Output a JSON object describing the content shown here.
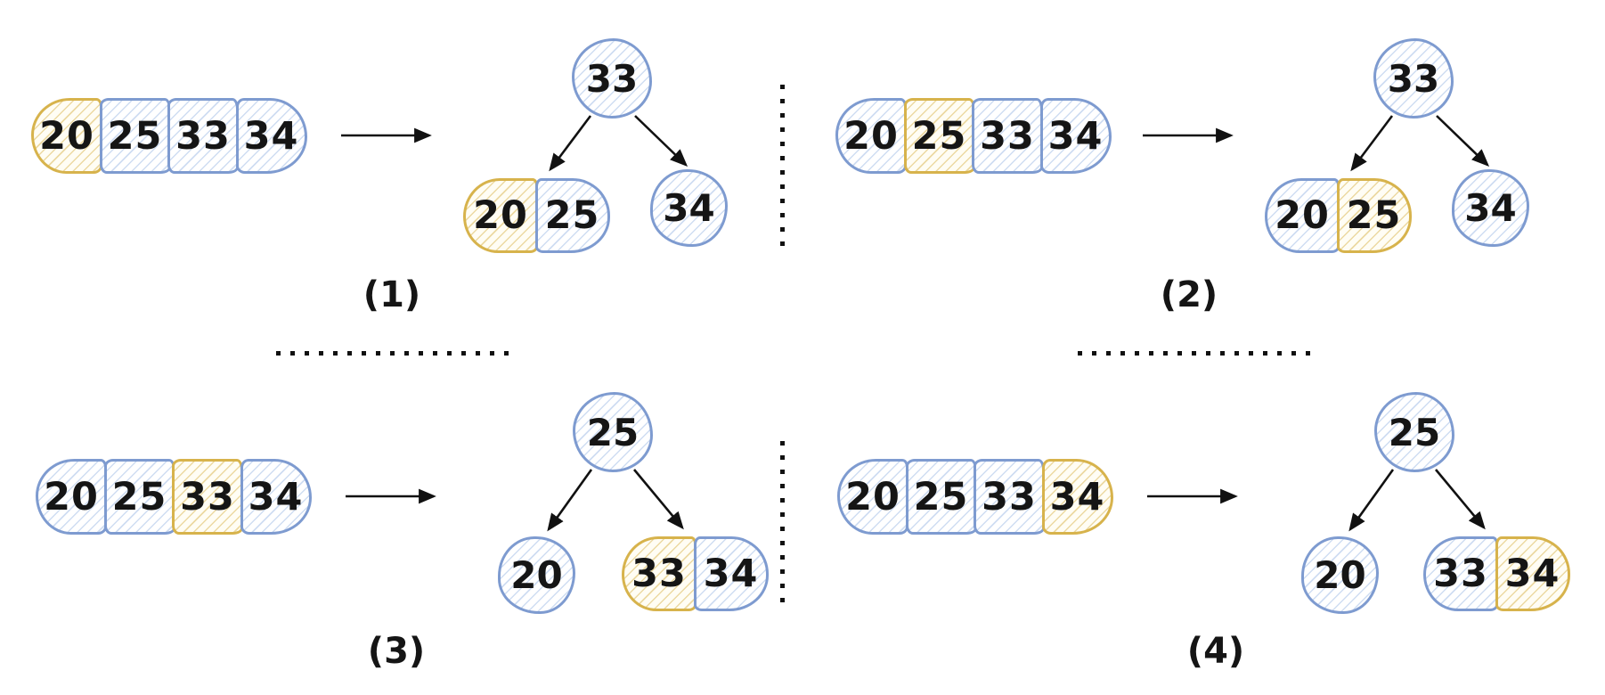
{
  "colors": {
    "blue_stroke": "#7e9bd0",
    "blue_hatch": "#cfddf2",
    "yellow_stroke": "#d7b34c",
    "yellow_hatch": "#ecd9a2",
    "ink": "#111111"
  },
  "figures": [
    {
      "label": "(1)",
      "array": [
        {
          "value": "20",
          "color": "yellow"
        },
        {
          "value": "25",
          "color": "blue"
        },
        {
          "value": "33",
          "color": "blue"
        },
        {
          "value": "34",
          "color": "blue"
        }
      ],
      "tree": {
        "root": {
          "value": "33",
          "color": "blue"
        },
        "left_child": {
          "type": "pill",
          "cells": [
            {
              "value": "20",
              "color": "yellow"
            },
            {
              "value": "25",
              "color": "blue"
            }
          ]
        },
        "right_child": {
          "type": "circle",
          "value": "34",
          "color": "blue"
        }
      }
    },
    {
      "label": "(2)",
      "array": [
        {
          "value": "20",
          "color": "blue"
        },
        {
          "value": "25",
          "color": "yellow"
        },
        {
          "value": "33",
          "color": "blue"
        },
        {
          "value": "34",
          "color": "blue"
        }
      ],
      "tree": {
        "root": {
          "value": "33",
          "color": "blue"
        },
        "left_child": {
          "type": "pill",
          "cells": [
            {
              "value": "20",
              "color": "blue"
            },
            {
              "value": "25",
              "color": "yellow"
            }
          ]
        },
        "right_child": {
          "type": "circle",
          "value": "34",
          "color": "blue"
        }
      }
    },
    {
      "label": "(3)",
      "array": [
        {
          "value": "20",
          "color": "blue"
        },
        {
          "value": "25",
          "color": "blue"
        },
        {
          "value": "33",
          "color": "yellow"
        },
        {
          "value": "34",
          "color": "blue"
        }
      ],
      "tree": {
        "root": {
          "value": "25",
          "color": "blue"
        },
        "left_child": {
          "type": "circle",
          "value": "20",
          "color": "blue"
        },
        "right_child": {
          "type": "pill",
          "cells": [
            {
              "value": "33",
              "color": "yellow"
            },
            {
              "value": "34",
              "color": "blue"
            }
          ]
        }
      }
    },
    {
      "label": "(4)",
      "array": [
        {
          "value": "20",
          "color": "blue"
        },
        {
          "value": "25",
          "color": "blue"
        },
        {
          "value": "33",
          "color": "blue"
        },
        {
          "value": "34",
          "color": "yellow"
        }
      ],
      "tree": {
        "root": {
          "value": "25",
          "color": "blue"
        },
        "left_child": {
          "type": "circle",
          "value": "20",
          "color": "blue"
        },
        "right_child": {
          "type": "pill",
          "cells": [
            {
              "value": "33",
              "color": "blue"
            },
            {
              "value": "34",
              "color": "yellow"
            }
          ]
        }
      }
    }
  ]
}
